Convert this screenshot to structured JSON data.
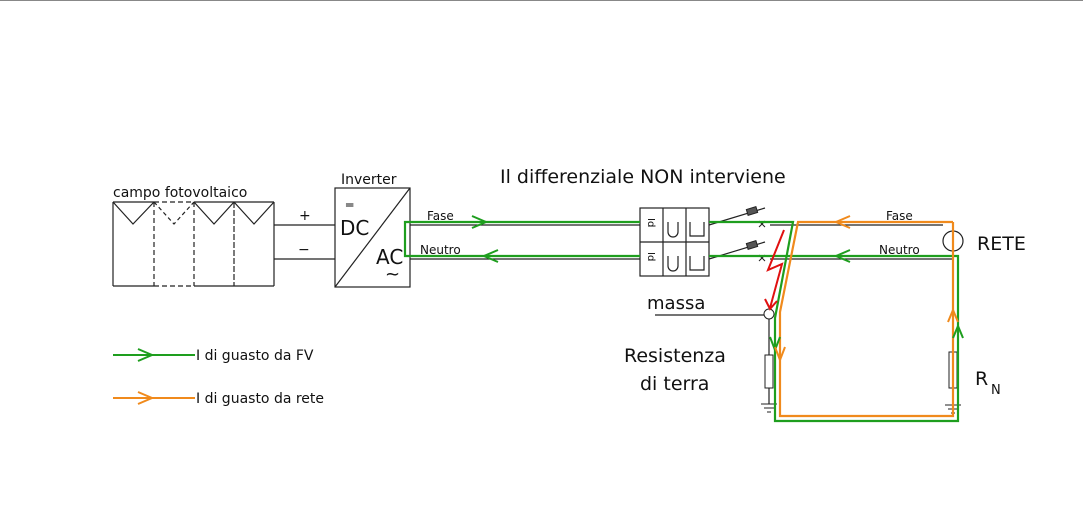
{
  "title": "Il differenziale NON interviene",
  "pv_field": {
    "label": "campo fotovoltaico",
    "plus": "+",
    "minus": "−"
  },
  "inverter": {
    "label": "Inverter",
    "dc": "DC",
    "ac": "AC",
    "dc_symbol": "═",
    "ac_symbol": "~"
  },
  "lines": {
    "fase_left": "Fase",
    "neutro_left": "Neutro",
    "fase_right": "Fase",
    "neutro_right": "Neutro"
  },
  "breaker": {
    "label_top": "Id",
    "label_bottom": "Id"
  },
  "grid": {
    "label": "RETE"
  },
  "ground": {
    "massa": "massa",
    "resistance_line1": "Resistenza",
    "resistance_line2": "di terra",
    "rn": "R",
    "rn_sub": "N"
  },
  "legend": [
    {
      "label": "I di guasto da FV",
      "color": "#1e9e1e"
    },
    {
      "label": "I di guasto da rete",
      "color": "#f08a1c"
    }
  ],
  "colors": {
    "fv_fault": "#1e9e1e",
    "grid_fault": "#f08a1c",
    "fault_arc": "#e01010",
    "wire": "#222222"
  }
}
